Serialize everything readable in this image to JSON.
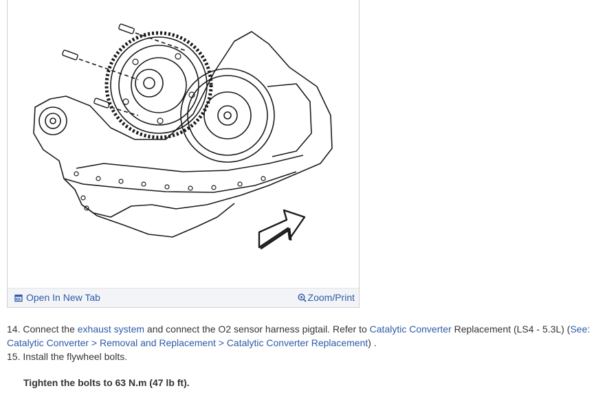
{
  "figure": {
    "open_new_tab_label": "Open In New Tab",
    "zoom_print_label": "Zoom/Print",
    "icons": {
      "open": "open-in-new-tab-icon",
      "zoom": "zoom-in-icon"
    },
    "link_color": "#2d5aa8"
  },
  "steps": [
    {
      "number": "14.",
      "text_a": "Connect the",
      "link_exhaust": "exhaust system",
      "text_b": "and connect the O2 sensor harness pigtail. Refer to",
      "link_catalytic": "Catalytic Converter",
      "text_c": "Replacement (LS4 - 5.3L) (",
      "link_see": "See: Catalytic Converter > Removal and Replacement > Catalytic Converter Replacement",
      "text_d": ") ."
    },
    {
      "number": "15.",
      "text": "Install the flywheel bolts."
    }
  ],
  "spec": "Tighten the bolts to 63 N.m (47 lb ft)."
}
